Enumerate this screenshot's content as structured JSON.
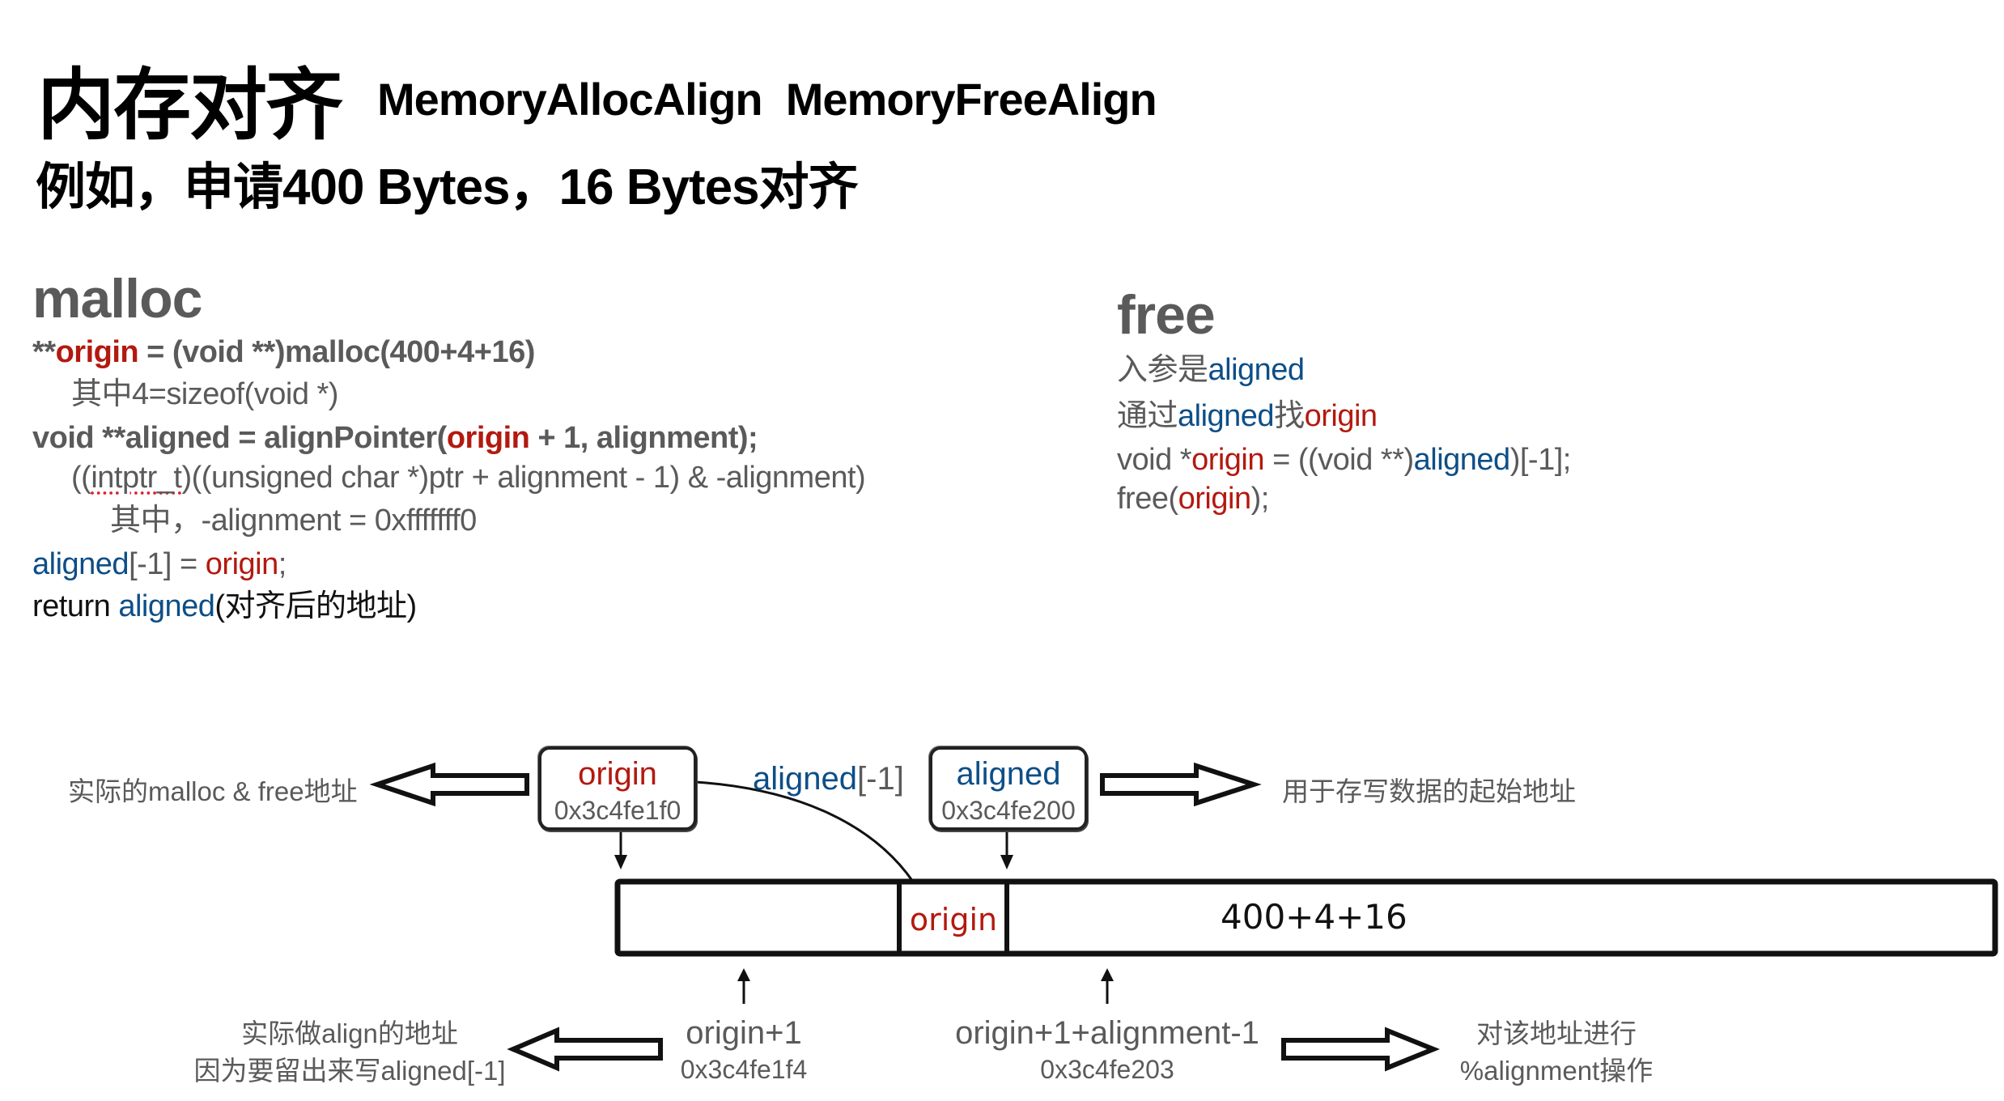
{
  "header": {
    "title_cn": "内存对齐",
    "title_en": "MemoryAllocAlign  MemoryFreeAlign",
    "subtitle": "例如，申请400 Bytes，16 Bytes对齐"
  },
  "colors": {
    "origin": "#b3190f",
    "aligned": "#0d4e87",
    "text_gray": "#5a5a5a",
    "text_black": "#111111"
  },
  "malloc": {
    "heading": "malloc",
    "lines": [
      {
        "parts": [
          "**",
          "origin",
          " = (void **)malloc(400+4+16)"
        ]
      },
      {
        "parts": [
          "其中4=sizeof(void *)"
        ]
      },
      {
        "parts": [
          "void **aligned = alignPointer(",
          "origin",
          " + 1, alignment);"
        ]
      },
      {
        "parts": [
          "((",
          "intptr_t",
          ")((unsigned char *)ptr + alignment - 1) & -alignment)"
        ]
      },
      {
        "parts": [
          "其中，-alignment = 0xfffffff0"
        ]
      },
      {
        "parts": [
          "aligned",
          "[-1] = ",
          "origin",
          ";"
        ]
      },
      {
        "parts": [
          "return ",
          "aligned",
          "(对齐后的地址)"
        ]
      }
    ]
  },
  "free": {
    "heading": "free",
    "lines": [
      {
        "parts": [
          "入参是",
          "aligned"
        ]
      },
      {
        "parts": [
          "通过",
          "aligned",
          "找",
          "origin"
        ]
      },
      {
        "parts": [
          "void *",
          "origin",
          " = ((void **)",
          "aligned",
          ")[-1];"
        ]
      },
      {
        "parts": [
          "free(",
          "origin",
          ");"
        ]
      }
    ]
  },
  "diagram": {
    "origin_box": {
      "name": "origin",
      "address": "0x3c4fe1f0"
    },
    "aligned_box": {
      "name": "aligned",
      "address": "0x3c4fe200"
    },
    "link_label": {
      "name": "aligned",
      "suffix": "[-1]"
    },
    "left_note": "实际的malloc & free地址",
    "right_note": "用于存写数据的起始地址",
    "memory_cells": {
      "header_cell": "origin",
      "size_label": "400+4+16"
    },
    "bottom_left_pointer": {
      "expr": "origin+1",
      "address": "0x3c4fe1f4"
    },
    "bottom_right_pointer": {
      "expr": "origin+1+alignment-1",
      "address": "0x3c4fe203"
    },
    "bottom_left_note": [
      "实际做align的地址",
      "因为要留出来写aligned[-1]"
    ],
    "bottom_right_note": [
      "对该地址进行",
      "%alignment操作"
    ]
  }
}
